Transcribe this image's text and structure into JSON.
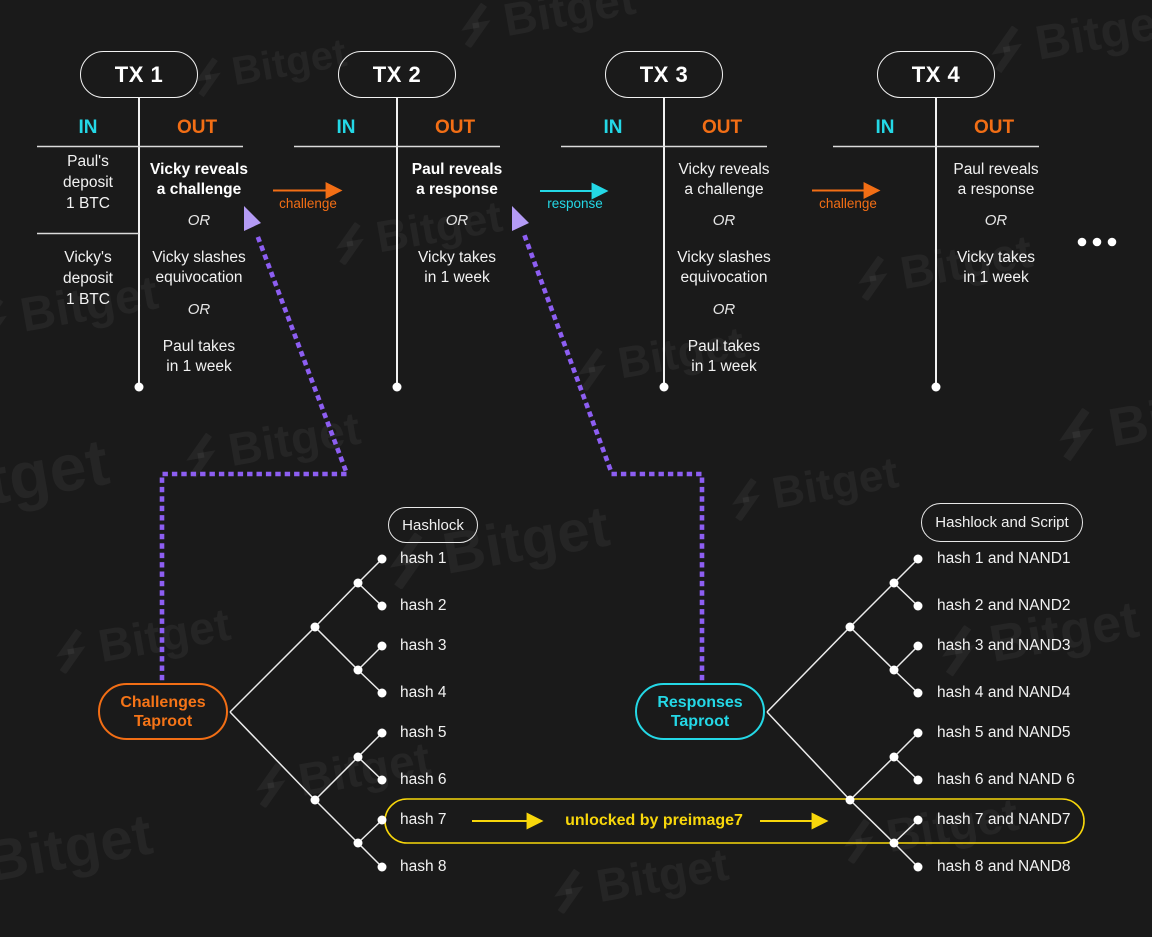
{
  "watermark": {
    "text": "Bitget"
  },
  "or_label": "OR",
  "transactions": [
    {
      "title": "TX 1",
      "in_header": "IN",
      "out_header": "OUT",
      "inputs": [
        {
          "lines": [
            "Paul's",
            "deposit",
            "1 BTC"
          ]
        },
        {
          "lines": [
            "Vicky's",
            "deposit",
            "1 BTC"
          ]
        }
      ],
      "outputs": [
        {
          "lines": [
            "Vicky reveals",
            "a challenge"
          ],
          "emphasis": true
        },
        {
          "lines": [
            "Vicky slashes",
            "equivocation"
          ],
          "emphasis": false
        },
        {
          "lines": [
            "Paul takes",
            "in 1 week"
          ],
          "emphasis": false
        }
      ]
    },
    {
      "title": "TX 2",
      "in_header": "IN",
      "out_header": "OUT",
      "inputs": [],
      "outputs": [
        {
          "lines": [
            "Paul reveals",
            "a response"
          ],
          "emphasis": true
        },
        {
          "lines": [
            "Vicky takes",
            "in 1 week"
          ],
          "emphasis": false
        }
      ]
    },
    {
      "title": "TX 3",
      "in_header": "IN",
      "out_header": "OUT",
      "inputs": [],
      "outputs": [
        {
          "lines": [
            "Vicky reveals",
            "a challenge"
          ],
          "emphasis": false
        },
        {
          "lines": [
            "Vicky slashes",
            "equivocation"
          ],
          "emphasis": false
        },
        {
          "lines": [
            "Paul takes",
            "in 1 week"
          ],
          "emphasis": false
        }
      ]
    },
    {
      "title": "TX 4",
      "in_header": "IN",
      "out_header": "OUT",
      "inputs": [],
      "outputs": [
        {
          "lines": [
            "Paul reveals",
            "a response"
          ],
          "emphasis": false
        },
        {
          "lines": [
            "Vicky takes",
            "in 1 week"
          ],
          "emphasis": false
        }
      ]
    }
  ],
  "flow_arrows": [
    {
      "label": "challenge",
      "color": "#f26e15"
    },
    {
      "label": "response",
      "color": "#24d8e6"
    },
    {
      "label": "challenge",
      "color": "#f26e15"
    }
  ],
  "left_tree": {
    "header": "Hashlock",
    "root_lines": [
      "Challenges",
      "Taproot"
    ],
    "leaves": [
      "hash 1",
      "hash 2",
      "hash 3",
      "hash 4",
      "hash 5",
      "hash 6",
      "hash 7",
      "hash 8"
    ]
  },
  "right_tree": {
    "header": "Hashlock and Script",
    "root_lines": [
      "Responses",
      "Taproot"
    ],
    "leaves": [
      "hash 1 and NAND1",
      "hash 2 and NAND2",
      "hash 3 and NAND3",
      "hash 4 and NAND4",
      "hash 5 and NAND5",
      "hash 6 and NAND 6",
      "hash 7 and NAND7",
      "hash 8 and NAND8"
    ]
  },
  "unlock_callout": {
    "label": "unlocked by preimage7"
  },
  "colors": {
    "background": "#1a1a1a",
    "orange": "#f26e15",
    "cyan": "#24d8e6",
    "purple": "#8d5ef2",
    "purple_arrowhead": "#b49bf5",
    "yellow": "#f8d70b",
    "line": "#f2f2f2"
  }
}
